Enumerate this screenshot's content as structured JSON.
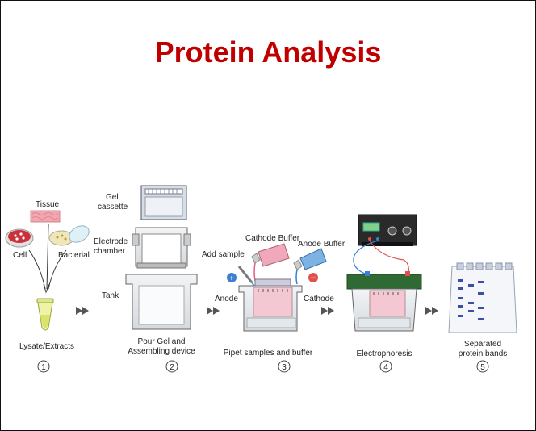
{
  "title": "Protein Analysis",
  "colors": {
    "title": "#c00000",
    "anode": "#3a7fd0",
    "cathode": "#e05050",
    "gel": "#f3c8d2",
    "bands": "#3a4fa8"
  },
  "step1": {
    "tissue": "Tissue",
    "cell": "Cell",
    "bacterial": "Bacterial",
    "caption": "Lysate/Extracts",
    "number": "1"
  },
  "step2": {
    "gel_cassette_line1": "Gel",
    "gel_cassette_line2": "cassette",
    "electrode_line1": "Electrode",
    "electrode_line2": "chamber",
    "tank": "Tank",
    "caption_line1": "Pour Gel and",
    "caption_line2": "Assembling device",
    "number": "2"
  },
  "step3": {
    "add_sample": "Add sample",
    "cathode_buffer": "Cathode Buffer",
    "anode_buffer": "Anode Buffer",
    "anode": "Anode",
    "cathode": "Cathode",
    "plus": "+",
    "minus": "−",
    "caption": "Pipet samples and buffer",
    "number": "3"
  },
  "step4": {
    "caption": "Electrophoresis",
    "number": "4"
  },
  "step5": {
    "caption_line1": "Separated",
    "caption_line2": "protein bands",
    "number": "5"
  }
}
